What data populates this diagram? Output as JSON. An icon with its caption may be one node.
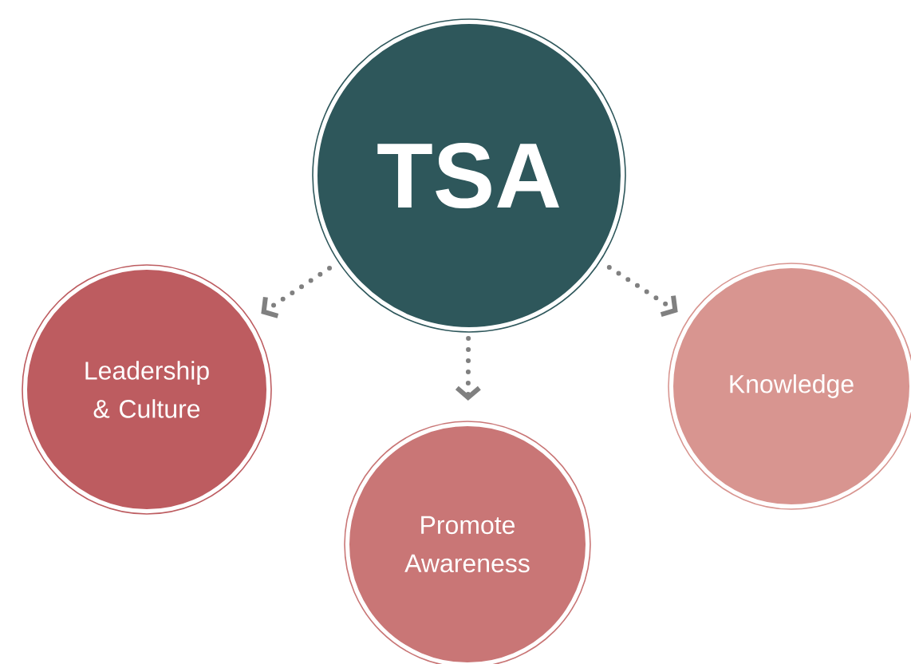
{
  "diagram": {
    "nodes": [
      {
        "text": [
          "TSA"
        ]
      },
      {
        "text": [
          "Leadership & Culture"
        ]
      },
      {
        "text": [
          "Promote Awareness"
        ]
      },
      {
        "text": [
          "Knowledge"
        ]
      }
    ],
    "edges": [
      {
        "from": 0,
        "to": 1,
        "arrow": "to",
        "style": "dashed"
      },
      {
        "from": 0,
        "to": 2,
        "arrow": "to",
        "style": "dashed"
      },
      {
        "from": 0,
        "to": 3,
        "arrow": "to",
        "style": "dashed"
      }
    ]
  }
}
